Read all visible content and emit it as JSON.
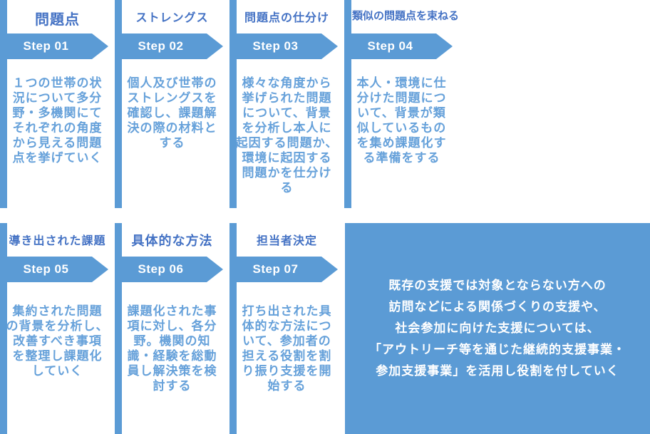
{
  "colors": {
    "accent_blue": "#5b9bd5",
    "title_blue": "#4472c4",
    "body_blue": "#66a1da",
    "banner_text": "#ffffff"
  },
  "steps": [
    {
      "title": "問題点",
      "label": "Step 01",
      "body": "１つの世帯の状\n況について多分\n野・多機関にて\nそれぞれの角度\nから見える問題\n点を挙げていく"
    },
    {
      "title": "ストレングス",
      "label": "Step 02",
      "body": "個人及び世帯の\nストレングスを\n確認し、課題解\n決の際の材料と\nする"
    },
    {
      "title": "問題点の仕分け",
      "label": "Step 03",
      "body": "様々な角度から\n挙げられた問題\nについて、背景\nを分析し本人に\n起因する問題か、\n環境に起因する\n問題かを仕分け\nる"
    },
    {
      "title": "類似の問題点を束ねる",
      "label": "Step 04",
      "body": "本人・環境に仕\n分けた問題につ\nいて、背景が類\n似しているもの\nを集め課題化す\nる準備をする"
    },
    {
      "title": "導き出された課題",
      "label": "Step 05",
      "body": "集約された問題\nの背景を分析し、\n改善すべき事項\nを整理し課題化\nしていく"
    },
    {
      "title": "具体的な方法",
      "label": "Step 06",
      "body": "課題化された事\n項に対し、各分\n野。機関の知\n識・経験を総動\n員し解決策を検\n討する"
    },
    {
      "title": "担当者決定",
      "label": "Step 07",
      "body": "打ち出された具\n体的な方法につ\nいて、参加者の\n担える役割を割\nり振り支援を開\n始する"
    }
  ],
  "summary": {
    "text": "既存の支援では対象とならない方への\n訪問などによる関係づくりの支援や、\n社会参加に向けた支援については、\n「アウトリーチ等を通じた継続的支援事業・\n参加支援事業」を活用し役割を付していく"
  }
}
